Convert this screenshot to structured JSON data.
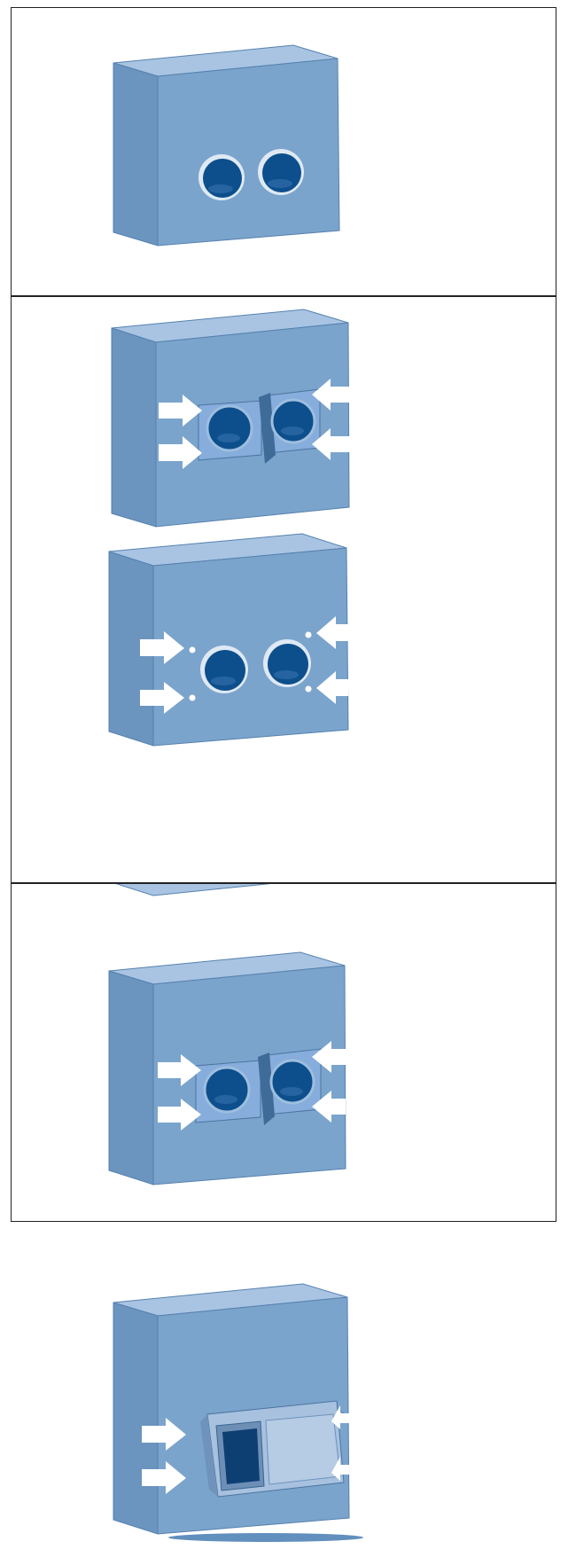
{
  "figure": {
    "panels": [
      {
        "id": "panel-1",
        "step": "wall-with-two-duct-openings"
      },
      {
        "id": "panel-2a",
        "step": "mount-plate-to-wall"
      },
      {
        "id": "panel-2b",
        "step": "screw-positions"
      },
      {
        "id": "panel-3",
        "step": "plate-fixed"
      },
      {
        "id": "panel-4",
        "step": "cover-installed"
      }
    ],
    "colors": {
      "wall_front": "#7ba4cc",
      "wall_top": "#a9c4e2",
      "wall_side": "#6b94bf",
      "wall_edge": "#5581b0",
      "duct_hole": "#0d4f8c",
      "duct_rim": "#dfe9f4",
      "arrow": "#ffffff",
      "frame_border": "#222222"
    },
    "icons": [
      "arrow-right-icon",
      "arrow-left-icon",
      "screw-hole-icon"
    ]
  }
}
